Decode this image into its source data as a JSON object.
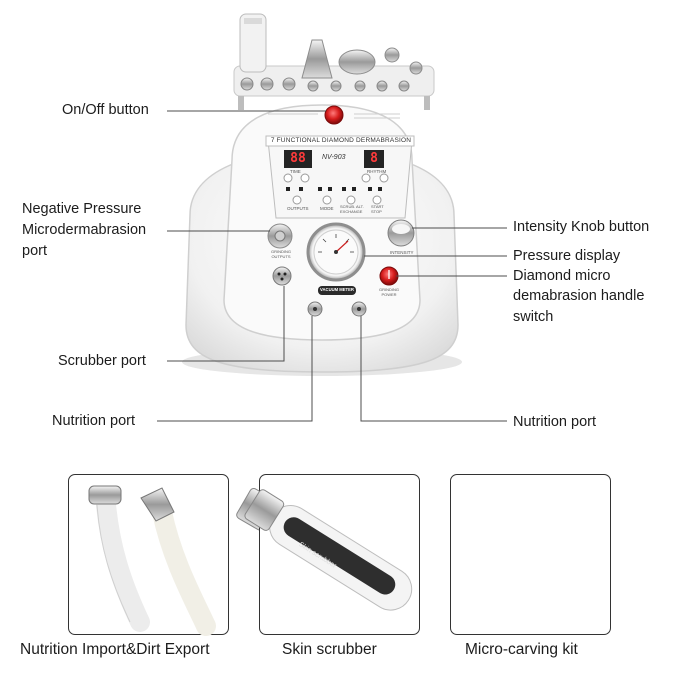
{
  "device": {
    "panel_title": "7 FUNCTIONAL DIAMOND DERMABRASION",
    "model": "NV-903",
    "display_left": "88",
    "display_right": "8",
    "label_time": "TIME",
    "label_rhythm": "RHYTHM",
    "label_outputs": "OUTPUTS",
    "label_mode": "MODE",
    "label_exchange": "SCRUB. ALT. EXCHANGE",
    "label_start_stop": "START STOP",
    "label_grinding_outputs": "GRINDING OUTPUTS",
    "label_intensity": "INTENSITY",
    "label_grinding_power": "GRINDING POWER",
    "label_vacuum_meter": "VACUUM METER"
  },
  "callouts": {
    "on_off": "On/Off button",
    "negative_pressure_1": "Negative Pressure",
    "negative_pressure_2": "Microdermabrasion",
    "negative_pressure_3": "port",
    "scrubber_port": "Scrubber port",
    "nutrition_port_left": "Nutrition port",
    "intensity_knob": "Intensity Knob button",
    "pressure_display": "Pressure display",
    "diamond_1": "Diamond micro",
    "diamond_2": "demabrasion handle",
    "diamond_3": "switch",
    "nutrition_port_right": "Nutrition port"
  },
  "captions": {
    "nutrition": "Nutrition Import&Dirt Export",
    "scrubber": "Skin scrubber",
    "kit": "Micro-carving kit"
  },
  "scrubber_device_text": "Skin scrubber"
}
